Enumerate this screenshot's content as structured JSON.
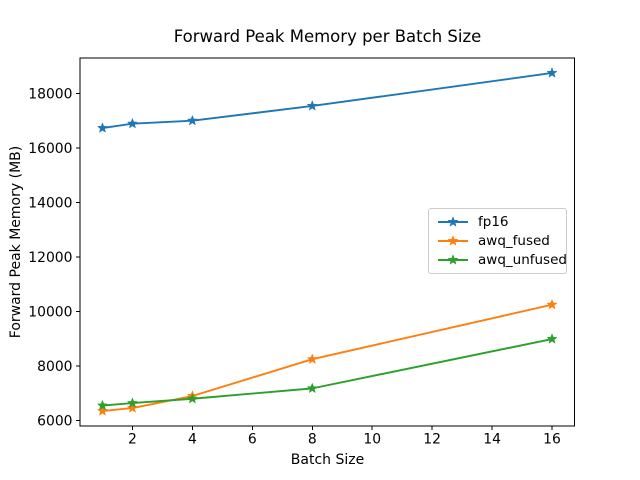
{
  "chart_data": {
    "type": "line",
    "title": "Forward Peak Memory per Batch Size",
    "xlabel": "Batch Size",
    "ylabel": "Forward Peak Memory (MB)",
    "x": [
      1,
      2,
      4,
      8,
      16
    ],
    "series": [
      {
        "name": "fp16",
        "color": "#1f77b4",
        "marker": "star",
        "values": [
          16730,
          16890,
          17000,
          17540,
          18750
        ]
      },
      {
        "name": "awq_fused",
        "color": "#ff7f0e",
        "marker": "star",
        "values": [
          6350,
          6460,
          6900,
          8250,
          10250
        ]
      },
      {
        "name": "awq_unfused",
        "color": "#2ca02c",
        "marker": "star",
        "values": [
          6550,
          6640,
          6800,
          7180,
          8990
        ]
      }
    ],
    "xticks": [
      2,
      4,
      6,
      8,
      10,
      12,
      14,
      16
    ],
    "yticks": [
      6000,
      8000,
      10000,
      12000,
      14000,
      16000,
      18000
    ],
    "xlim": [
      0.25,
      16.75
    ],
    "ylim": [
      5800,
      19300
    ],
    "grid": false,
    "legend_position": "center right",
    "background_color": "#ffffff",
    "axis_color": "#000000",
    "text_color": "#000000"
  }
}
